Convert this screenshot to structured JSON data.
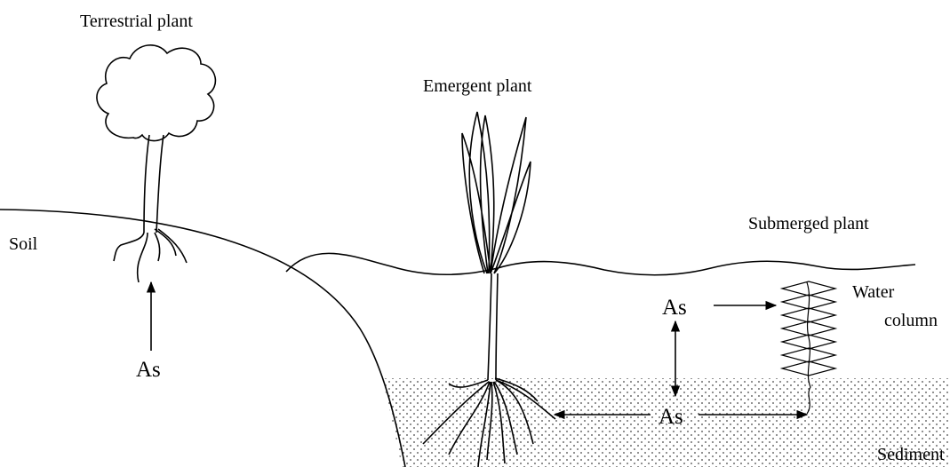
{
  "labels": {
    "terrestrial_plant": "Terrestrial plant",
    "emergent_plant": "Emergent plant",
    "submerged_plant": "Submerged plant",
    "soil": "Soil",
    "water": "Water",
    "column": "column",
    "sediment": "Sediment"
  },
  "arsenic": {
    "soil": "As",
    "water_column": "As",
    "sediment": "As"
  }
}
